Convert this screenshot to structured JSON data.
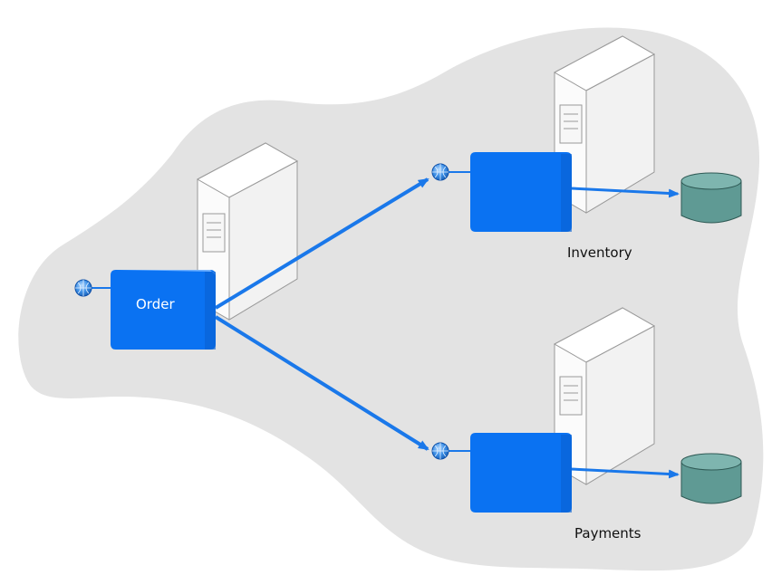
{
  "services": {
    "order": {
      "label": "Order"
    },
    "inventory": {
      "label": "Inventory"
    },
    "payments": {
      "label": "Payments"
    }
  },
  "colors": {
    "region_fill": "#e3e3e3",
    "service_blue": "#0a72f2",
    "arrow_blue": "#1a78ea",
    "database_teal": "#5f9a94",
    "endpoint_blue": "#2f86e6"
  },
  "icons": {
    "server": "server-tower-icon",
    "endpoint": "endpoint-globe-icon",
    "database": "database-cylinder-icon"
  }
}
